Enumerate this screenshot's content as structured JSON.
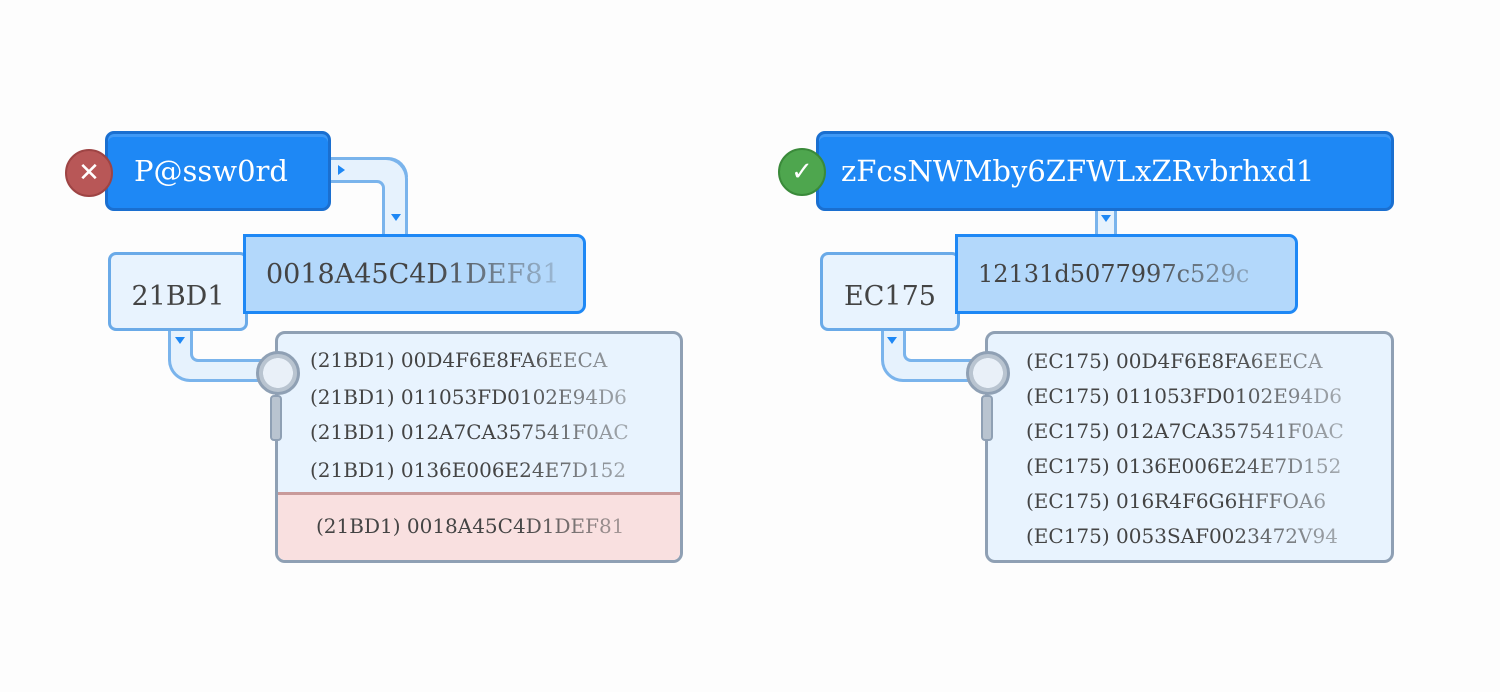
{
  "colors": {
    "primary": "#1e88f5",
    "fail": "#b85757",
    "success": "#4ea64e",
    "match_row": "#f9e0e0"
  },
  "left": {
    "status_icon": "x-icon",
    "password": "P@ssw0rd",
    "salt": "21BD1",
    "hash": "0018A45C4D1DEF81",
    "rows": [
      "(21BD1) 00D4F6E8FA6EECA",
      "(21BD1) 011053FD0102E94D6",
      "(21BD1) 012A7CA357541F0AC",
      "(21BD1) 0136E006E24E7D152"
    ],
    "match_row": "(21BD1) 0018A45C4D1DEF81"
  },
  "right": {
    "status_icon": "check-icon",
    "password": "zFcsNWMby6ZFWLxZRvbrhxd1",
    "salt": "EC175",
    "hash": "12131d5077997c529c",
    "rows": [
      "(EC175) 00D4F6E8FA6EECA",
      "(EC175) 011053FD0102E94D6",
      "(EC175) 012A7CA357541F0AC",
      "(EC175) 0136E006E24E7D152",
      "(EC175) 016R4F6G6HFFOA6",
      "(EC175) 0053SAF0023472V94"
    ]
  }
}
